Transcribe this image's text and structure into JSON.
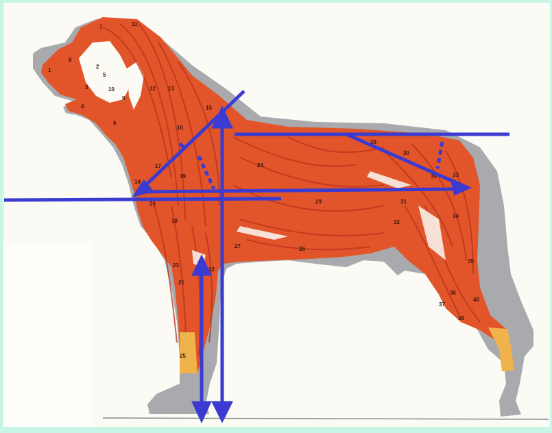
{
  "diagram": {
    "subject": "dog-muscle-anatomy",
    "colors": {
      "border": "#c8f5e6",
      "paper": "#fbfaf4",
      "silhouette": "#a8aaad",
      "muscle": "#e2542a",
      "muscle_dark": "#b8321a",
      "tendon": "#f0b24a",
      "line": "#3b3bd1",
      "ground": "#8a8a8a"
    },
    "muscle_numbers": [
      "1",
      "2",
      "3",
      "4",
      "5",
      "6",
      "7",
      "8",
      "9",
      "10",
      "11",
      "12",
      "13",
      "14",
      "15",
      "16",
      "17",
      "18",
      "19",
      "20",
      "21",
      "22",
      "23",
      "24",
      "25",
      "26",
      "27",
      "28",
      "29",
      "30",
      "31",
      "32",
      "33",
      "34",
      "35",
      "36",
      "37",
      "38",
      "39",
      "40"
    ]
  }
}
